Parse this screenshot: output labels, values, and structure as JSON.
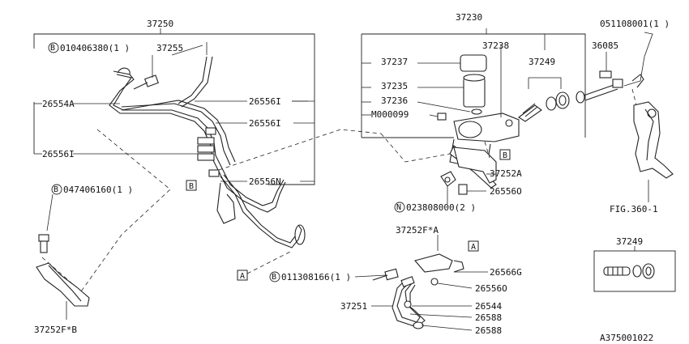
{
  "labels": {
    "p37250": "37250",
    "p37255": "37255",
    "bolt1_code": "010406380(1 )",
    "bolt1_prefix": "B",
    "p26554A": "26554A",
    "p26556I_a": "26556I",
    "p26556I_b": "26556I",
    "p26556I_c": "26556I",
    "p26556N": "26556N",
    "bolt2_code": "047406160(1 )",
    "bolt2_prefix": "B",
    "p37252FB": "37252F*B",
    "bolt3_code": "011308166(1 )",
    "bolt3_prefix": "B",
    "p37230": "37230",
    "p37238": "37238",
    "p37237": "37237",
    "p37235": "37235",
    "p37236": "37236",
    "pM000099": "M000099",
    "p37249_top": "37249",
    "p051108001": "051108001(1 )",
    "p36085": "36085",
    "p37252A": "37252A",
    "p26556O_a": "26556Ο",
    "nut_code": "023808000(2 )",
    "nut_prefix": "N",
    "fig": "FIG.360-1",
    "p37252FA": "37252F*A",
    "p26566G": "26566G",
    "p26556O_b": "26556Ο",
    "p37251": "37251",
    "p26544": "26544",
    "p26588_a": "26588",
    "p26588_b": "26588",
    "p37249_box": "37249",
    "ref": "A375001022",
    "refA_1": "A",
    "refA_2": "A",
    "refB_1": "B",
    "refB_2": "B"
  }
}
